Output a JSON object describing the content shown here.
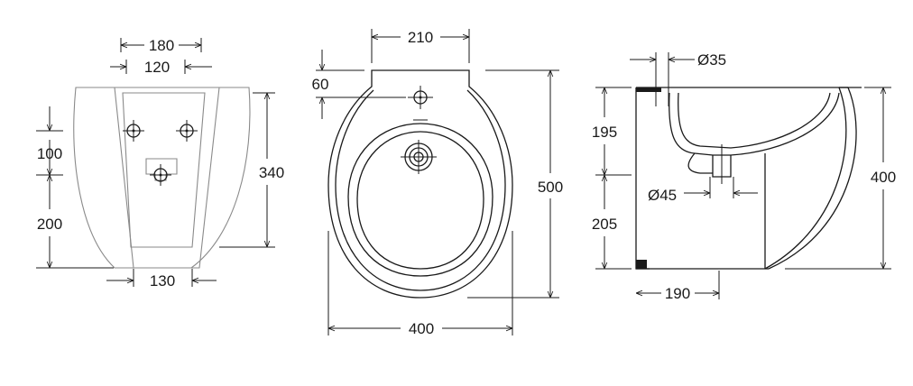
{
  "colors": {
    "line": "#1a1a1a",
    "hidden_line": "#8a8a8a",
    "background": "#ffffff"
  },
  "rear_view": {
    "dims": [
      "180",
      "120",
      "100",
      "200",
      "340",
      "130"
    ]
  },
  "top_view": {
    "dims": [
      "210",
      "60",
      "500",
      "400"
    ]
  },
  "side_view": {
    "dims": [
      "Ø35",
      "195",
      "205",
      "Ø45",
      "400",
      "190"
    ]
  }
}
